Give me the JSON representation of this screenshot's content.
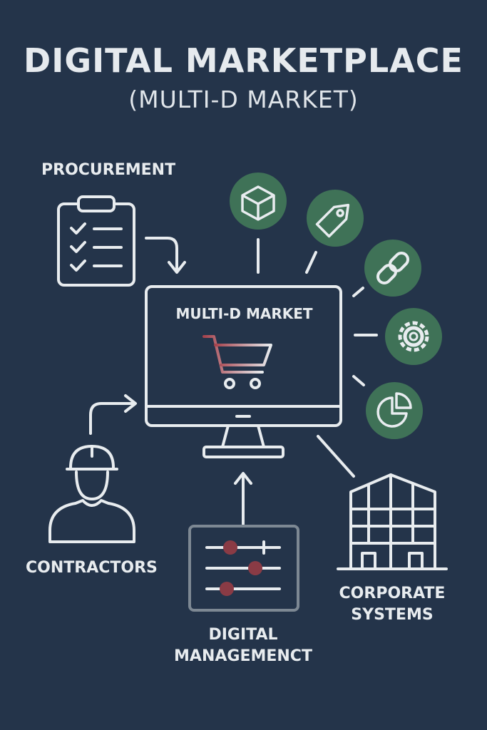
{
  "title": "DIGITAL MARKETPLACE",
  "subtitle": "(MULTI-D MARKET)",
  "labels": {
    "procurement": "PROCUREMENT",
    "screen": "MULTI-D MARKET",
    "contractors": "CONTRACTORS",
    "corporate_line1": "CORPORATE",
    "corporate_line2": "SYSTEMS",
    "digital_line1": "DIGITAL",
    "digital_line2": "MANAGEMENCT"
  },
  "colors": {
    "background": "#24344a",
    "line": "#e8ecef",
    "circle": "#3f7257",
    "accent": "#8a3b45"
  },
  "feature_icons": [
    "cube-icon",
    "tag-icon",
    "link-icon",
    "gear-icon",
    "pie-chart-icon"
  ]
}
